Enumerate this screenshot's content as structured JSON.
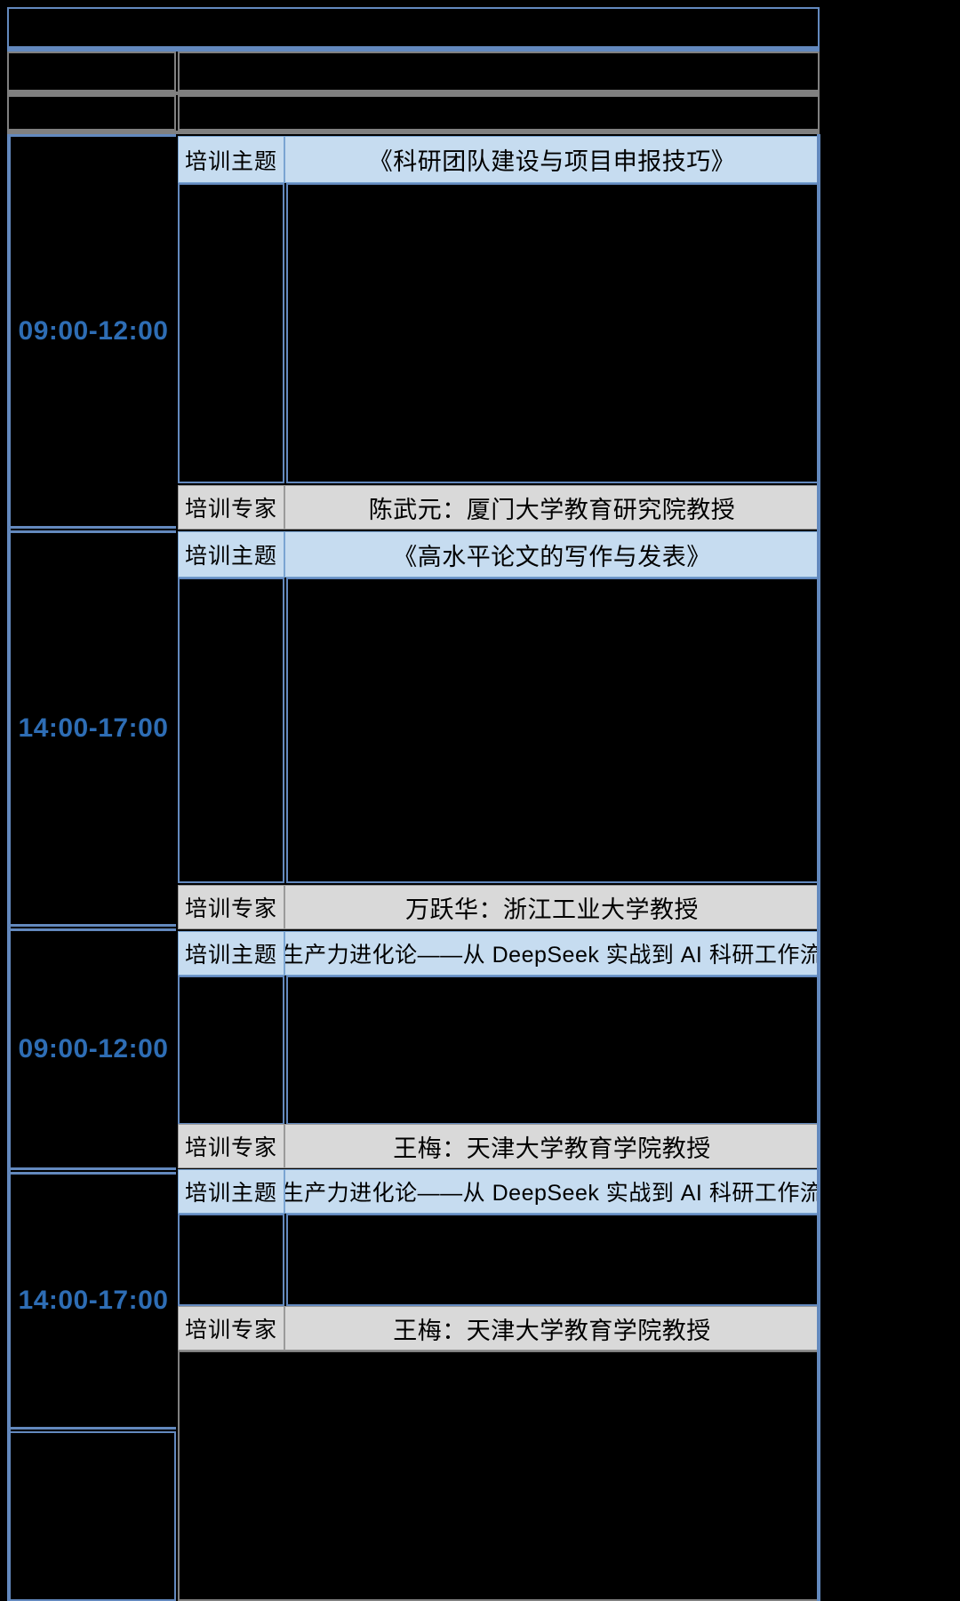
{
  "document": {
    "type": "training-schedule-table",
    "labels": {
      "topic": "培训主题",
      "expert": "培训专家"
    },
    "colors": {
      "topic_bg": "#c6dcf0",
      "expert_bg": "#d9d9d9",
      "grid_blue": "#6389be",
      "grid_gray": "#808080",
      "time_text": "#2e6db4",
      "redacted": "#000000"
    }
  },
  "header": {
    "banner_row": "",
    "meta_row_1_label": "",
    "meta_row_1_value": "",
    "meta_row_2_label": "",
    "meta_row_2_value": ""
  },
  "sessions": [
    {
      "time": "09:00-12:00",
      "topic_label": "培训主题",
      "topic": "《科研团队建设与项目申报技巧》",
      "body": "",
      "expert_label": "培训专家",
      "expert": "陈武元：厦门大学教育研究院教授"
    },
    {
      "time": "14:00-17:00",
      "topic_label": "培训主题",
      "topic": "《高水平论文的写作与发表》",
      "body": "",
      "expert_label": "培训专家",
      "expert": "万跃华：浙江工业大学教授"
    },
    {
      "time": "09:00-12:00",
      "topic_label": "培训主题",
      "topic": "《学术生产力进化论——从 DeepSeek 实战到 AI 科研工作流重构》",
      "body": "",
      "expert_label": "培训专家",
      "expert": "王梅：天津大学教育学院教授"
    },
    {
      "time": "14:00-17:00",
      "topic_label": "培训主题",
      "topic": "《学术生产力进化论——从 DeepSeek 实战到 AI 科研工作流重构》",
      "body": "",
      "expert_label": "培训专家",
      "expert": "王梅：天津大学教育学院教授"
    }
  ],
  "footer": {
    "trailing_row": ""
  }
}
